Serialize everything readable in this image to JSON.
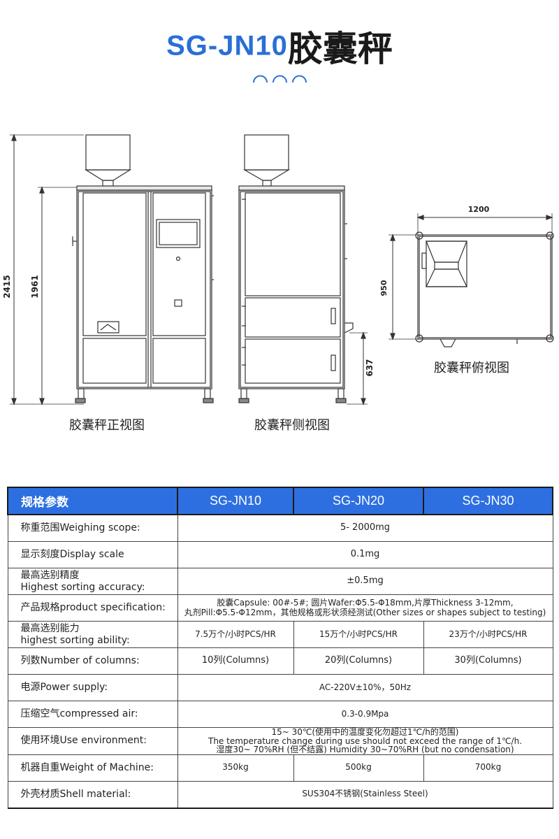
{
  "header": {
    "model": "SG-JN10",
    "name": "胶囊秤"
  },
  "drawing": {
    "front_caption": "胶囊秤正视图",
    "side_caption": "胶囊秤侧视图",
    "top_caption": "胶囊秤俯视图",
    "dim_total_height": "2415",
    "dim_body_height": "1961",
    "dim_outlet_height": "637",
    "dim_width": "1200",
    "dim_depth": "950"
  },
  "table": {
    "header_label": "规格参数",
    "models": [
      "SG-JN10",
      "SG-JN20",
      "SG-JN30"
    ],
    "rows": [
      {
        "label": "称重范围Weighing scope:",
        "value": "5- 2000mg"
      },
      {
        "label": "显示刻度Display scale",
        "value": "0.1mg"
      },
      {
        "label_1": "最高选别精度",
        "label_2": "Highest sorting accuracy:",
        "value": "±0.5mg"
      },
      {
        "label": "产品规格product specification:",
        "line_1": "胶囊Capsule: 00#-5#; 圆片Wafer:Φ5.5-Φ18mm,片厚Thickness 3-12mm,",
        "line_2": "丸剂Pill:Φ5.5-Φ12mm，其他规格或形状须经测试(Other sizes or shapes subject to testing)"
      },
      {
        "label_1": "最高选别能力",
        "label_2": "highest sorting ability:",
        "values": [
          "7.5万个/小时PCS/HR",
          "15万个/小时PCS/HR",
          "23万个/小时PCS/HR"
        ]
      },
      {
        "label": "列数Number of columns:",
        "values": [
          "10列(Columns)",
          "20列(Columns)",
          "30列(Columns)"
        ]
      },
      {
        "label": "电源Power supply:",
        "value": "AC-220V±10%，50Hz"
      },
      {
        "label": "压缩空气compressed air:",
        "value": "0.3-0.9Mpa"
      },
      {
        "label": "使用环境Use environment:",
        "line_1": "15~ 30℃(使用中的温度变化勿超过1℃/h的范围)",
        "line_2": "The temperature change during use should not exceed the range of 1℃/h.",
        "line_3": "湿度30~ 70%RH (但不结露) Humidity 30~70%RH (but no condensation)"
      },
      {
        "label": "机器自重Weight of Machine:",
        "values": [
          "350kg",
          "500kg",
          "700kg"
        ]
      },
      {
        "label": "外壳材质Shell material:",
        "value": "SUS304不锈钢(Stainless Steel)"
      }
    ]
  }
}
